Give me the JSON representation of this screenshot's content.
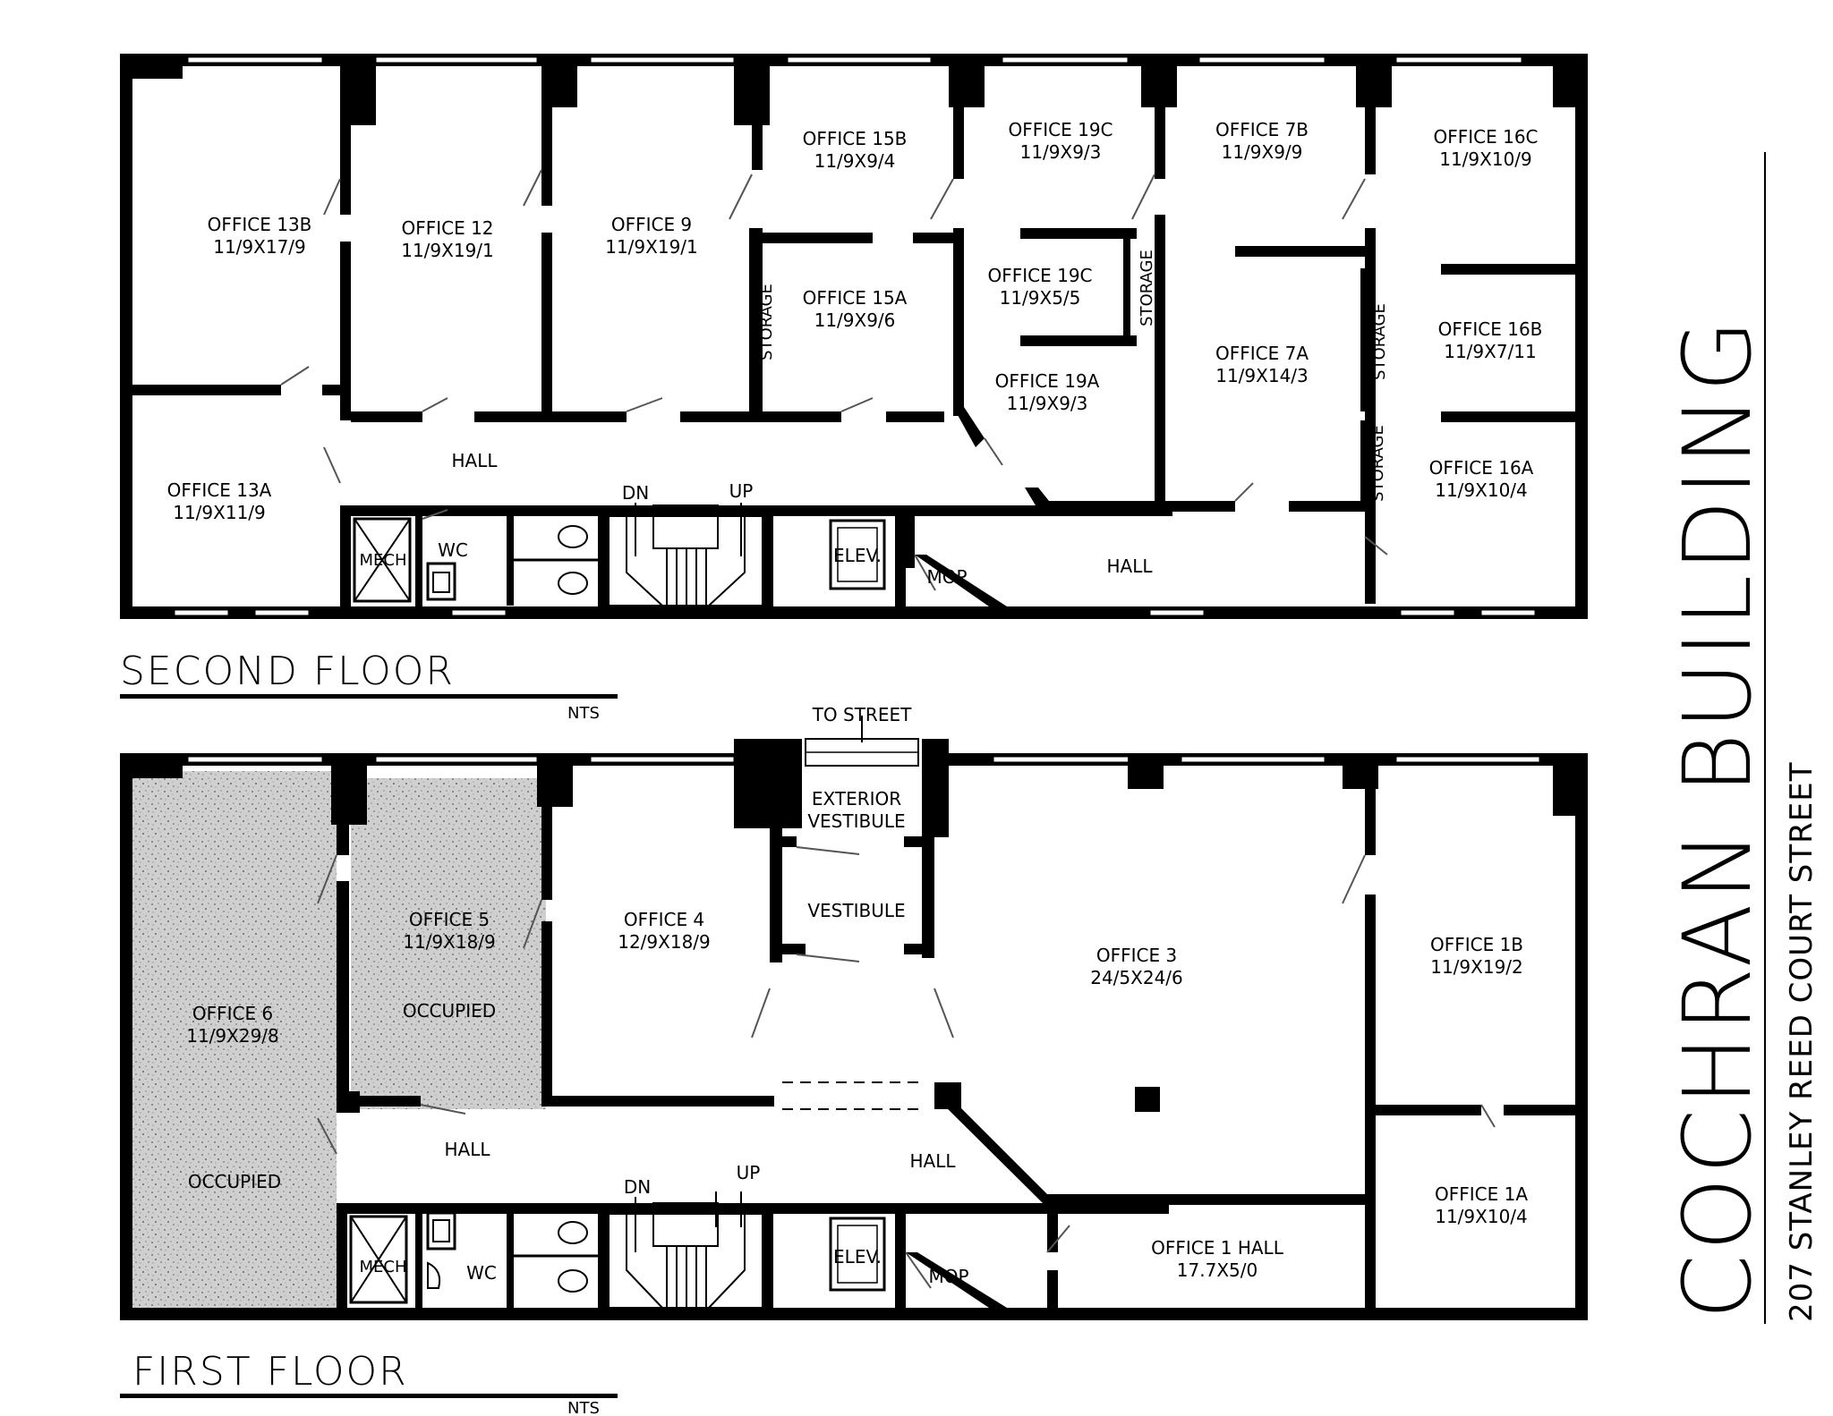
{
  "building": {
    "name": "COCHRAN BUILDING",
    "address": "207 STANLEY REED COURT STREET"
  },
  "second_floor": {
    "title": "SECOND FLOOR",
    "scale": "NTS",
    "rooms": [
      {
        "name": "OFFICE 13B",
        "size": "11/9X17/9"
      },
      {
        "name": "OFFICE 12",
        "size": "11/9X19/1"
      },
      {
        "name": "OFFICE 9",
        "size": "11/9X19/1"
      },
      {
        "name": "OFFICE 15B",
        "size": "11/9X9/4"
      },
      {
        "name": "OFFICE 15A",
        "size": "11/9X9/6"
      },
      {
        "name": "OFFICE 19C",
        "size": "11/9X9/3"
      },
      {
        "name": "OFFICE 19C",
        "size": "11/9X5/5"
      },
      {
        "name": "OFFICE 19A",
        "size": "11/9X9/3"
      },
      {
        "name": "OFFICE 7B",
        "size": "11/9X9/9"
      },
      {
        "name": "OFFICE 7A",
        "size": "11/9X14/3"
      },
      {
        "name": "OFFICE 16C",
        "size": "11/9X10/9"
      },
      {
        "name": "OFFICE 16B",
        "size": "11/9X7/11"
      },
      {
        "name": "OFFICE 16A",
        "size": "11/9X10/4"
      },
      {
        "name": "OFFICE 13A",
        "size": "11/9X11/9"
      }
    ],
    "labels": {
      "storage": "STORAGE",
      "hall": "HALL",
      "mech": "MECH",
      "wc": "WC",
      "dn": "DN",
      "up": "UP",
      "elev": "ELEV.",
      "mop": "MOP"
    }
  },
  "first_floor": {
    "title": "FIRST FLOOR",
    "scale": "NTS",
    "rooms": [
      {
        "name": "OFFICE 6",
        "size": "11/9X29/8",
        "status": "OCCUPIED"
      },
      {
        "name": "OFFICE 5",
        "size": "11/9X18/9",
        "status": "OCCUPIED"
      },
      {
        "name": "OFFICE 4",
        "size": "12/9X18/9"
      },
      {
        "name": "OFFICE 3",
        "size": "24/5X24/6"
      },
      {
        "name": "OFFICE 1B",
        "size": "11/9X19/2"
      },
      {
        "name": "OFFICE 1A",
        "size": "11/9X10/4"
      },
      {
        "name": "OFFICE 1 HALL",
        "size": "17.7X5/0"
      }
    ],
    "labels": {
      "to_street": "TO STREET",
      "exterior_vestibule_1": "EXTERIOR",
      "exterior_vestibule_2": "VESTIBULE",
      "vestibule": "VESTIBULE",
      "hall": "HALL",
      "mech": "MECH",
      "wc": "WC",
      "dn": "DN",
      "up": "UP",
      "elev": "ELEV.",
      "mop": "MOP"
    }
  }
}
